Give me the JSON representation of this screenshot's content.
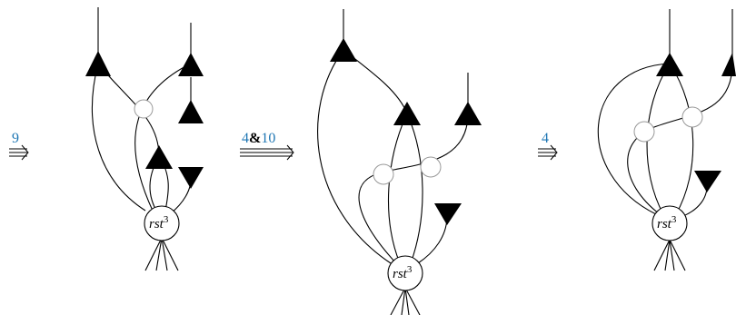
{
  "steps": {
    "first": "9",
    "second_a": "4",
    "second_amp": "&",
    "second_b": "10",
    "third": "4"
  },
  "nodes": {
    "label_base": "rst",
    "label_exp": "3"
  },
  "colors": {
    "step_link": "#1f77b4",
    "crossing": "#999999"
  }
}
